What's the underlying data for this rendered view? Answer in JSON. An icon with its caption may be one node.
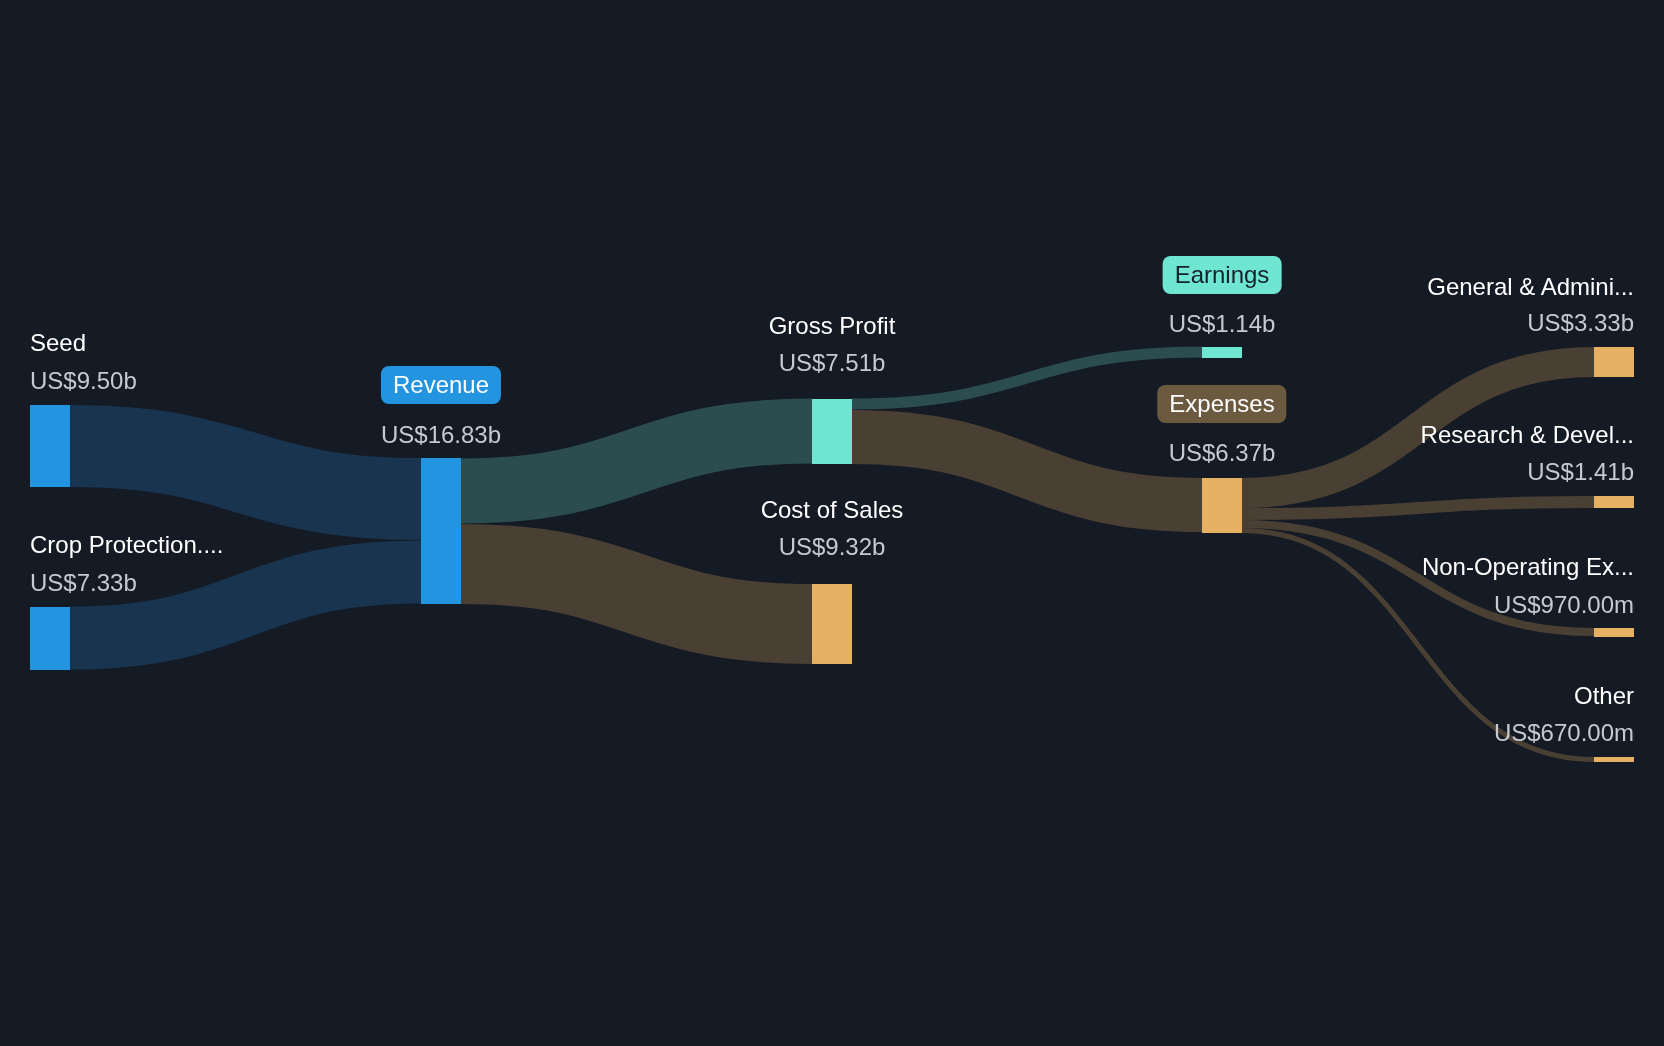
{
  "diagram": {
    "nodes": [
      {
        "text": [
          "Seed",
          "US$9.50b"
        ]
      },
      {
        "text": [
          "Crop Protection....",
          "US$7.33b"
        ]
      },
      {
        "text": [
          "Revenue",
          "US$16.83b"
        ]
      },
      {
        "text": [
          "Gross Profit",
          "US$7.51b"
        ]
      },
      {
        "text": [
          "Cost of Sales",
          "US$9.32b"
        ]
      },
      {
        "text": [
          "Earnings",
          "US$1.14b"
        ]
      },
      {
        "text": [
          "Expenses",
          "US$6.37b"
        ]
      },
      {
        "text": [
          "General & Admini...",
          "US$3.33b"
        ]
      },
      {
        "text": [
          "Research & Devel...",
          "US$1.41b"
        ]
      },
      {
        "text": [
          "Non-Operating Ex...",
          "US$970.00m"
        ]
      },
      {
        "text": [
          "Other",
          "US$670.00m"
        ]
      }
    ],
    "edges": [
      {
        "from": 0,
        "to": 2,
        "arrow": "none",
        "style": "thick",
        "color": "#18344f"
      },
      {
        "from": 1,
        "to": 2,
        "arrow": "none",
        "style": "thick",
        "color": "#18344f"
      },
      {
        "from": 2,
        "to": 3,
        "arrow": "none",
        "style": "thick",
        "color": "#2b4d4f"
      },
      {
        "from": 2,
        "to": 4,
        "arrow": "none",
        "style": "thick"
      },
      {
        "from": 3,
        "to": 5,
        "arrow": "none",
        "color": "#2b4d4f"
      },
      {
        "from": 3,
        "to": 6,
        "arrow": "none",
        "style": "thick"
      },
      {
        "from": 6,
        "to": 7,
        "arrow": "none"
      },
      {
        "from": 6,
        "to": 8,
        "arrow": "none"
      },
      {
        "from": 6,
        "to": 9,
        "arrow": "none"
      },
      {
        "from": 6,
        "to": 10,
        "arrow": "none"
      }
    ]
  }
}
